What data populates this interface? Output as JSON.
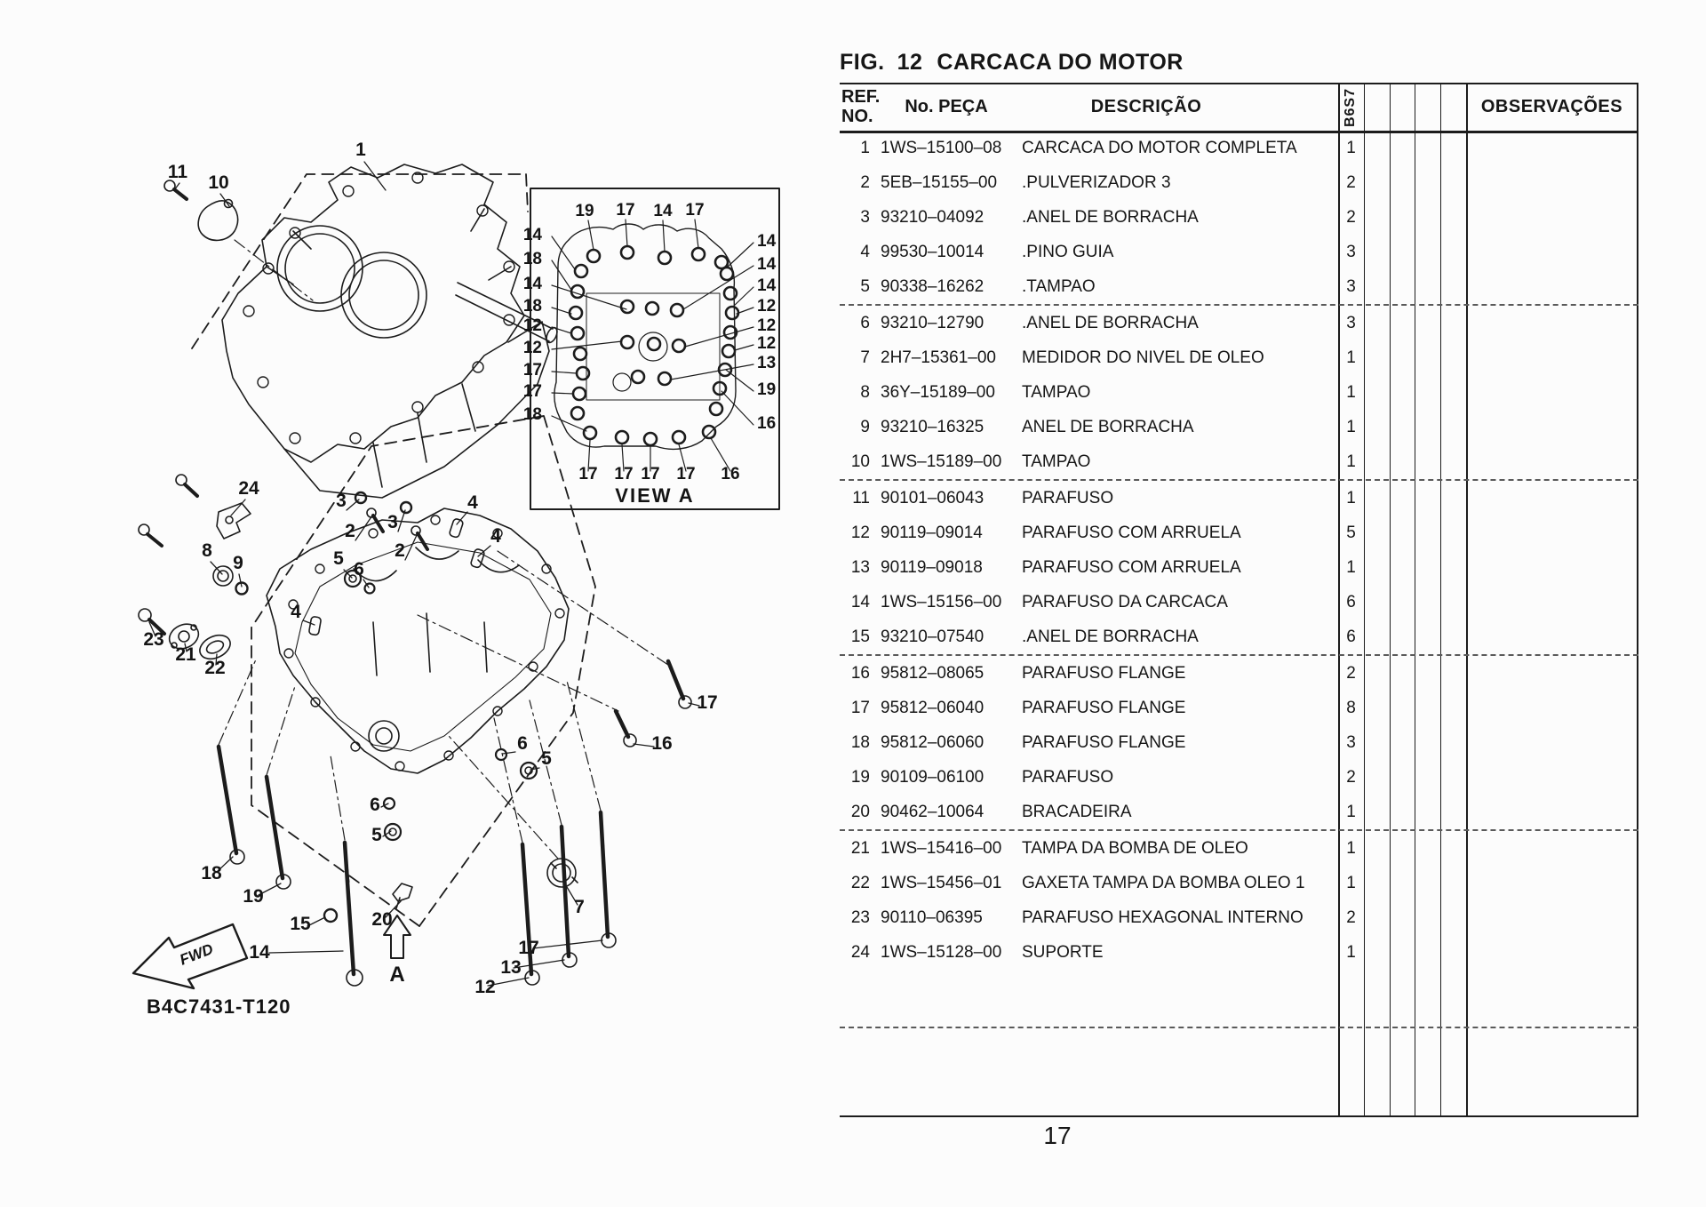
{
  "title": {
    "fig": "FIG.",
    "number": "12",
    "text": "CARCACA DO MOTOR"
  },
  "page_number": "17",
  "drawing_code": "B4C7431-T120",
  "colors": {
    "ink": "#1c1c1c",
    "paper": "#fcfcfc"
  },
  "table": {
    "headers": {
      "ref_line1": "REF.",
      "ref_line2": "NO.",
      "part": "No. PEÇA",
      "description": "DESCRIÇÃO",
      "model_code": "B6S7",
      "observations": "OBSERVAÇÕES"
    },
    "rows": [
      {
        "ref": "1",
        "part": "1WS–15100–08",
        "desc": "CARCACA DO MOTOR COMPLETA",
        "qty": "1"
      },
      {
        "ref": "2",
        "part": "5EB–15155–00",
        "desc": ".PULVERIZADOR 3",
        "qty": "2"
      },
      {
        "ref": "3",
        "part": "93210–04092",
        "desc": ".ANEL DE BORRACHA",
        "qty": "2"
      },
      {
        "ref": "4",
        "part": "99530–10014",
        "desc": ".PINO GUIA",
        "qty": "3"
      },
      {
        "ref": "5",
        "part": "90338–16262",
        "desc": ".TAMPAO",
        "qty": "3"
      },
      {
        "ref": "6",
        "part": "93210–12790",
        "desc": ".ANEL DE BORRACHA",
        "qty": "3"
      },
      {
        "ref": "7",
        "part": "2H7–15361–00",
        "desc": "MEDIDOR DO NIVEL DE OLEO",
        "qty": "1"
      },
      {
        "ref": "8",
        "part": "36Y–15189–00",
        "desc": "TAMPAO",
        "qty": "1"
      },
      {
        "ref": "9",
        "part": "93210–16325",
        "desc": "ANEL DE BORRACHA",
        "qty": "1"
      },
      {
        "ref": "10",
        "part": "1WS–15189–00",
        "desc": "TAMPAO",
        "qty": "1"
      },
      {
        "ref": "11",
        "part": "90101–06043",
        "desc": "PARAFUSO",
        "qty": "1"
      },
      {
        "ref": "12",
        "part": "90119–09014",
        "desc": "PARAFUSO COM ARRUELA",
        "qty": "5"
      },
      {
        "ref": "13",
        "part": "90119–09018",
        "desc": "PARAFUSO COM ARRUELA",
        "qty": "1"
      },
      {
        "ref": "14",
        "part": "1WS–15156–00",
        "desc": "PARAFUSO DA CARCACA",
        "qty": "6"
      },
      {
        "ref": "15",
        "part": "93210–07540",
        "desc": ".ANEL DE BORRACHA",
        "qty": "6"
      },
      {
        "ref": "16",
        "part": "95812–08065",
        "desc": "PARAFUSO FLANGE",
        "qty": "2"
      },
      {
        "ref": "17",
        "part": "95812–06040",
        "desc": "PARAFUSO FLANGE",
        "qty": "8"
      },
      {
        "ref": "18",
        "part": "95812–06060",
        "desc": "PARAFUSO FLANGE",
        "qty": "3"
      },
      {
        "ref": "19",
        "part": "90109–06100",
        "desc": "PARAFUSO",
        "qty": "2"
      },
      {
        "ref": "20",
        "part": "90462–10064",
        "desc": "BRACADEIRA",
        "qty": "1"
      },
      {
        "ref": "21",
        "part": "1WS–15416–00",
        "desc": "TAMPA DA BOMBA DE OLEO",
        "qty": "1"
      },
      {
        "ref": "22",
        "part": "1WS–15456–01",
        "desc": "GAXETA TAMPA DA BOMBA OLEO 1",
        "qty": "1"
      },
      {
        "ref": "23",
        "part": "90110–06395",
        "desc": "PARAFUSO HEXAGONAL INTERNO",
        "qty": "2"
      },
      {
        "ref": "24",
        "part": "1WS–15128–00",
        "desc": "SUPORTE",
        "qty": "1"
      }
    ]
  },
  "diagram": {
    "view_label": "VIEW A",
    "arrow_label": "A",
    "fwd_label": "FWD",
    "callouts": [
      "11",
      "10",
      "1",
      "24",
      "8",
      "9",
      "23",
      "21",
      "22",
      "3",
      "2",
      "3",
      "2",
      "4",
      "4",
      "4",
      "5",
      "6",
      "6",
      "5",
      "6",
      "5",
      "18",
      "19",
      "15",
      "14",
      "20",
      "12",
      "13",
      "17",
      "7",
      "16",
      "17"
    ],
    "inset_callouts": [
      "19",
      "17",
      "14",
      "17",
      "14",
      "18",
      "14",
      "18",
      "12",
      "12",
      "17",
      "17",
      "18",
      "14",
      "14",
      "14",
      "12",
      "12",
      "12",
      "13",
      "19",
      "16",
      "17",
      "17",
      "17",
      "17",
      "16"
    ]
  }
}
